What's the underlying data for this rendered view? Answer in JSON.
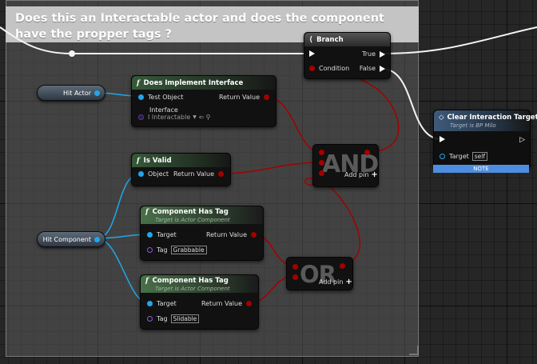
{
  "comment": {
    "title": "Does this an Interactable actor and does the component have the propper tags ?"
  },
  "branch": {
    "title": "Branch",
    "true_label": "True",
    "false_label": "False",
    "condition_label": "Condition"
  },
  "hit_actor": {
    "label": "Hit Actor"
  },
  "hit_component": {
    "label": "Hit Component"
  },
  "does_implement": {
    "title": "Does Implement Interface",
    "test_object": "Test Object",
    "return_value": "Return Value",
    "interface_label": "Interface",
    "interface_value": "I Interactable"
  },
  "is_valid": {
    "title": "Is Valid",
    "object": "Object",
    "return_value": "Return Value"
  },
  "has_tag_1": {
    "title": "Component Has Tag",
    "subtitle": "Target is Actor Component",
    "target": "Target",
    "tag": "Tag",
    "tag_value": "Grabbable",
    "return_value": "Return Value"
  },
  "has_tag_2": {
    "title": "Component Has Tag",
    "subtitle": "Target is Actor Component",
    "target": "Target",
    "tag": "Tag",
    "tag_value": "Slidable",
    "return_value": "Return Value"
  },
  "and_node": {
    "label": "AND",
    "add_pin": "Add pin"
  },
  "or_node": {
    "label": "OR",
    "add_pin": "Add pin"
  },
  "clear_target": {
    "title": "Clear Interaction Target",
    "subtitle": "Target is BP Milo",
    "target": "Target",
    "target_value": "self",
    "note": "NOTE"
  },
  "colors": {
    "exec": "#ffffff",
    "bool": "#a40000",
    "object": "#21a6ea",
    "comment": "#c4c4c4",
    "note": "#4e8ee0"
  }
}
